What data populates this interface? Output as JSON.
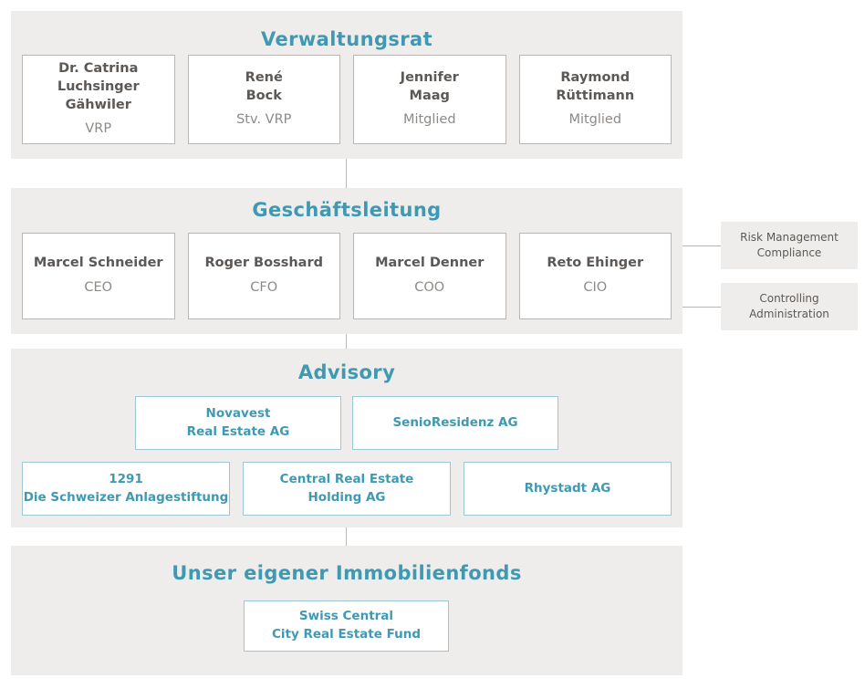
{
  "colors": {
    "panel_background": "#efedeb",
    "page_background": "#ffffff",
    "heading_accent": "#3f99b3",
    "name_text": "#5c5855",
    "role_text": "#8d8a87",
    "card_border": "#b9b6b3",
    "advisory_border": "#9dc7d4"
  },
  "board": {
    "title": "Verwaltungsrat",
    "members": [
      {
        "name": "Dr. Catrina\nLuchsinger\nGähwiler",
        "role": "VRP"
      },
      {
        "name": "René\nBock",
        "role": "Stv. VRP"
      },
      {
        "name": "Jennifer\nMaag",
        "role": "Mitglied"
      },
      {
        "name": "Raymond\nRüttimann",
        "role": "Mitglied"
      }
    ]
  },
  "management": {
    "title": "Geschäftsleitung",
    "members": [
      {
        "name": "Marcel Schneider",
        "role": "CEO"
      },
      {
        "name": "Roger Bosshard",
        "role": "CFO"
      },
      {
        "name": "Marcel Denner",
        "role": "COO"
      },
      {
        "name": "Reto Ehinger",
        "role": "CIO"
      }
    ],
    "side_functions": [
      {
        "label": "Risk Management\nCompliance"
      },
      {
        "label": "Controlling\nAdministration"
      }
    ]
  },
  "advisory": {
    "title": "Advisory",
    "top_row": [
      {
        "label": "Novavest\nReal Estate AG"
      },
      {
        "label": "SenioResidenz AG"
      }
    ],
    "bottom_row": [
      {
        "label": "1291\nDie Schweizer Anlagestiftung"
      },
      {
        "label": "Central Real Estate\nHolding AG"
      },
      {
        "label": "Rhystadt AG"
      }
    ]
  },
  "fund": {
    "title": "Unser eigener Immobilienfonds",
    "card": {
      "label": "Swiss Central\nCity Real Estate Fund"
    }
  }
}
